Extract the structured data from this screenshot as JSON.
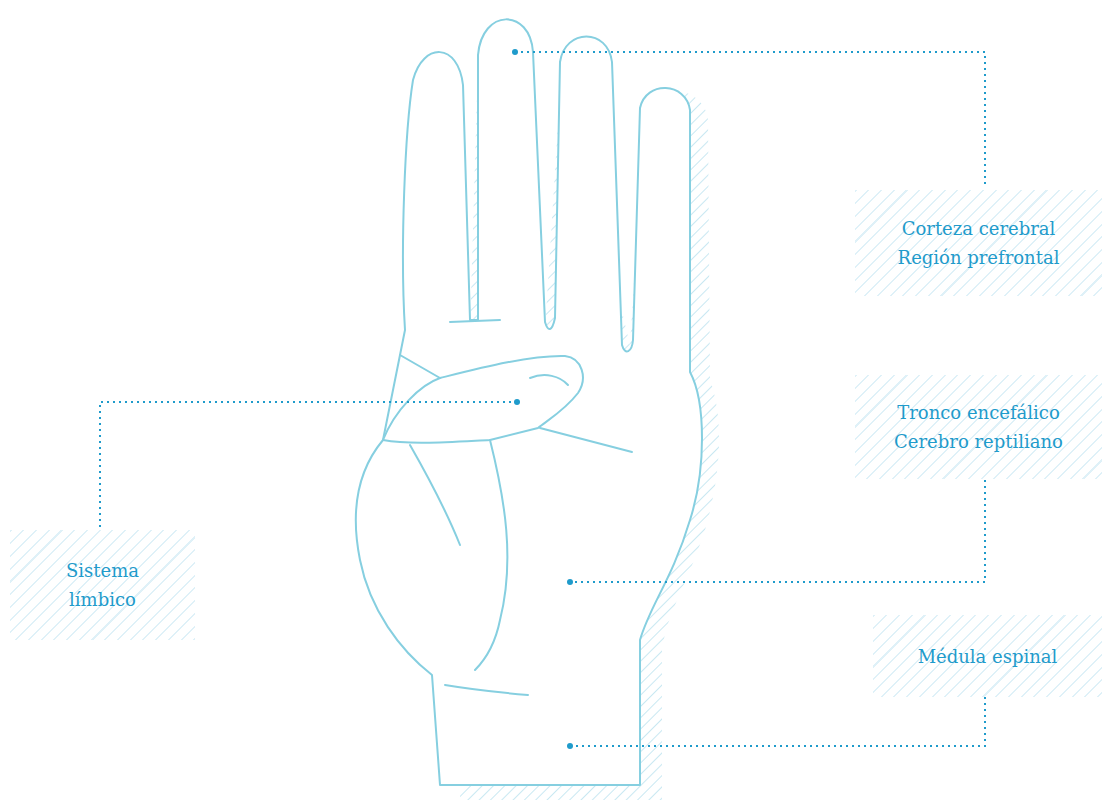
{
  "diagram": {
    "nodes": [
      {
        "text": [
          "Corteza cerebral",
          "Región prefrontal"
        ]
      },
      {
        "text": [
          "Tronco encefálico",
          "Cerebro reptiliano"
        ]
      },
      {
        "text": [
          "Sistema límbico"
        ]
      },
      {
        "text": [
          "Médula espinal"
        ]
      }
    ]
  }
}
